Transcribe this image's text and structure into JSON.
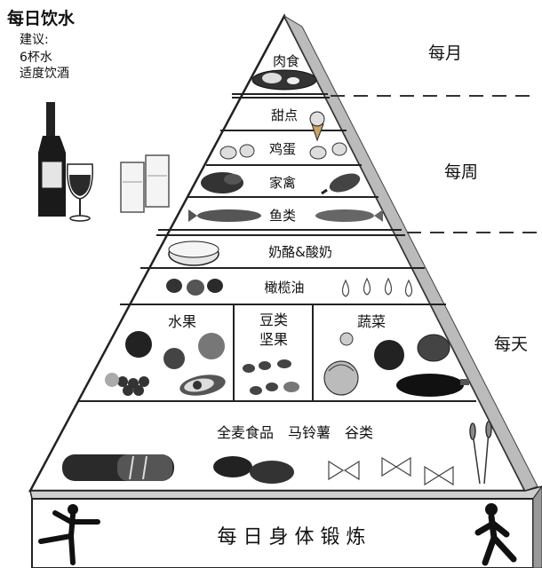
{
  "water": {
    "title": "每日饮水",
    "suggest": "建议:",
    "line1": "6杯水",
    "line2": "适度饮酒"
  },
  "tiers": {
    "meat": "肉食",
    "sweets": "甜点",
    "eggs": "鸡蛋",
    "poultry": "家禽",
    "fish": "鱼类",
    "dairy": "奶酪&酸奶",
    "olive_oil": "橄榄油",
    "fruit": "水果",
    "beans_line1": "豆类",
    "beans_line2": "坚果",
    "vegetables": "蔬菜",
    "grains": "全麦食品　马铃薯　谷类",
    "exercise": "每 日 身 体 锻 炼"
  },
  "frequency": {
    "monthly": "每月",
    "weekly": "每周",
    "daily": "每天"
  },
  "icons": [
    "wine-bottle-icon",
    "wine-glass-icon",
    "water-glass-icon",
    "steak-icon",
    "ice-cream-icon",
    "egg-icon",
    "chicken-icon",
    "drumstick-icon",
    "fish-icon",
    "cheese-icon",
    "olive-icon",
    "apple-icon",
    "grapes-icon",
    "avocado-icon",
    "nut-icon",
    "eggplant-icon",
    "cabbage-icon",
    "bread-icon",
    "pasta-icon",
    "wheat-icon",
    "runner-icon"
  ]
}
